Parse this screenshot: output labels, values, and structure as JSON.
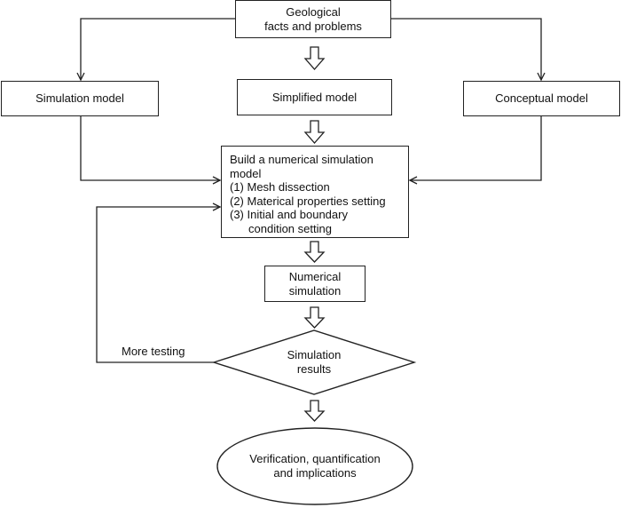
{
  "nodes": {
    "geological": {
      "line1": "Geological",
      "line2": "facts and problems"
    },
    "simulation_model": "Simulation model",
    "simplified_model": "Simplified model",
    "conceptual_model": "Conceptual model",
    "build": {
      "line1": "Build a numerical simulation",
      "line2": "model",
      "step1": "(1) Mesh dissection",
      "step2": "(2) Materical properties setting",
      "step3a": "(3) Initial and boundary",
      "step3b": "condition setting"
    },
    "numerical": {
      "line1": "Numerical",
      "line2": "simulation"
    },
    "results": {
      "line1": "Simulation",
      "line2": "results"
    },
    "verification": {
      "line1": "Verification, quantification",
      "line2": "and implications"
    }
  },
  "loop_label": "More testing",
  "colors": {
    "stroke": "#222222",
    "background": "#ffffff"
  }
}
